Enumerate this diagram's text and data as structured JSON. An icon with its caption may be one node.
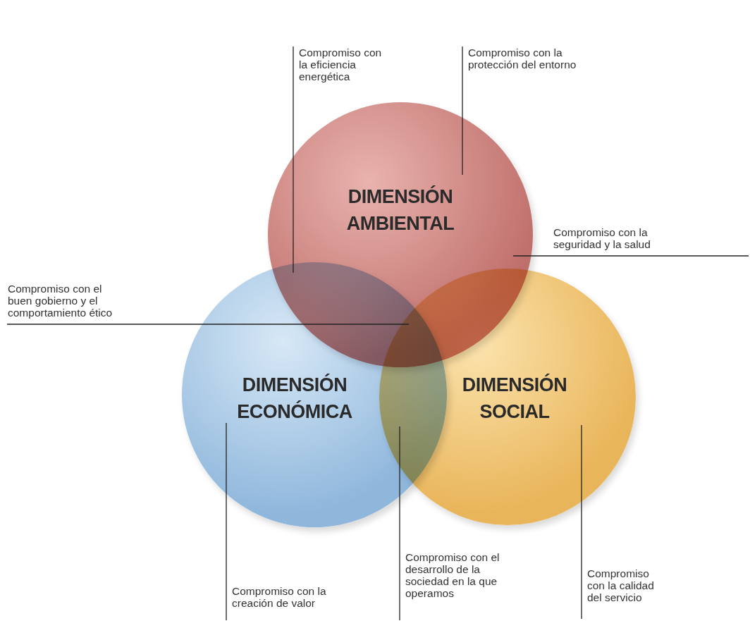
{
  "diagram": {
    "nodes": [
      {
        "text": [
          "DIMENSIÓN AMBIENTAL"
        ]
      },
      {
        "text": [
          "DIMENSIÓN ECONÓMICA"
        ]
      },
      {
        "text": [
          "DIMENSIÓN SOCIAL"
        ]
      },
      {
        "text": [
          "Compromiso con la eficiencia energética"
        ]
      },
      {
        "text": [
          "Compromiso con la protección del entorno"
        ]
      },
      {
        "text": [
          "Compromiso con la seguridad y la salud"
        ]
      },
      {
        "text": [
          "Compromiso con el buen gobierno y el comportamiento ético"
        ]
      },
      {
        "text": [
          "Compromiso con la creación de valor"
        ]
      },
      {
        "text": [
          "Compromiso con el desarrollo de la sociedad en la que operamos"
        ]
      },
      {
        "text": [
          "Compromiso con la calidad del servicio"
        ]
      }
    ],
    "edges": [
      {
        "from": 3,
        "to": 0,
        "arrow": "none"
      },
      {
        "from": 4,
        "to": 0,
        "arrow": "none"
      },
      {
        "from": 5,
        "to": null,
        "arrow": "none"
      },
      {
        "from": 6,
        "to": 2,
        "arrow": "none"
      },
      {
        "from": 7,
        "to": 1,
        "arrow": "none"
      },
      {
        "from": 8,
        "to": 2,
        "arrow": "none"
      },
      {
        "from": 9,
        "to": 2,
        "arrow": "none"
      }
    ]
  }
}
